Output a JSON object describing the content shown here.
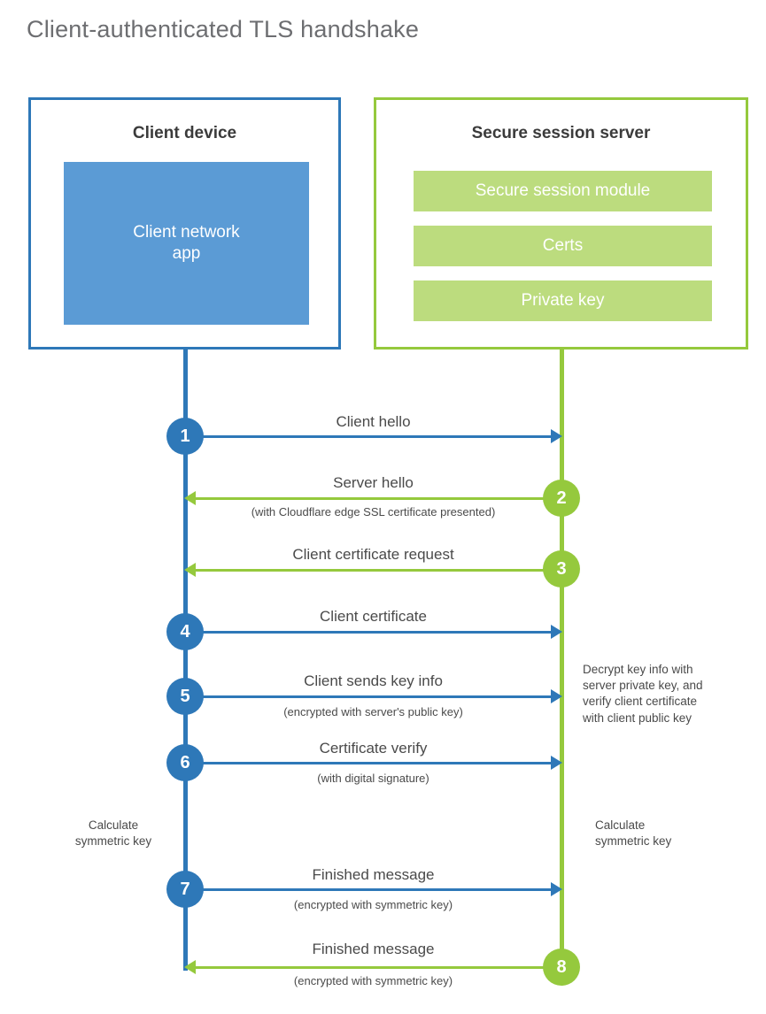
{
  "title": "Client-authenticated TLS handshake",
  "colors": {
    "client_blue": "#2e78b8",
    "client_app_fill": "#5b9bd5",
    "server_green": "#95c93d",
    "server_bar_fill": "#bcdc7e",
    "title_gray": "#6d6e71",
    "text_gray": "#4a4a4a"
  },
  "client": {
    "title": "Client device",
    "app_label": "Client network\napp"
  },
  "server": {
    "title": "Secure session server",
    "bars": [
      {
        "label": "Secure session module"
      },
      {
        "label": "Certs"
      },
      {
        "label": "Private key"
      }
    ]
  },
  "steps": [
    {
      "number": "1",
      "label": "Client hello",
      "sub": "",
      "direction": "right",
      "color": "blue"
    },
    {
      "number": "2",
      "label": "Server hello",
      "sub": "(with Cloudflare edge SSL certificate presented)",
      "direction": "left",
      "color": "green"
    },
    {
      "number": "3",
      "label": "Client certificate request",
      "sub": "",
      "direction": "left",
      "color": "green"
    },
    {
      "number": "4",
      "label": "Client certificate",
      "sub": "",
      "direction": "right",
      "color": "blue"
    },
    {
      "number": "5",
      "label": "Client sends key info",
      "sub": "(encrypted with server's public key)",
      "direction": "right",
      "color": "blue"
    },
    {
      "number": "6",
      "label": "Certificate verify",
      "sub": "(with digital signature)",
      "direction": "right",
      "color": "blue"
    },
    {
      "number": "7",
      "label": "Finished message",
      "sub": "(encrypted with symmetric key)",
      "direction": "right",
      "color": "blue"
    },
    {
      "number": "8",
      "label": "Finished message",
      "sub": "(encrypted with symmetric key)",
      "direction": "left",
      "color": "green"
    }
  ],
  "notes": {
    "server_decrypt": "Decrypt key info with\nserver private key, and\nverify client certificate\nwith client public key",
    "client_symmetric": "Calculate\nsymmetric key",
    "server_symmetric": "Calculate\nsymmetric key"
  }
}
